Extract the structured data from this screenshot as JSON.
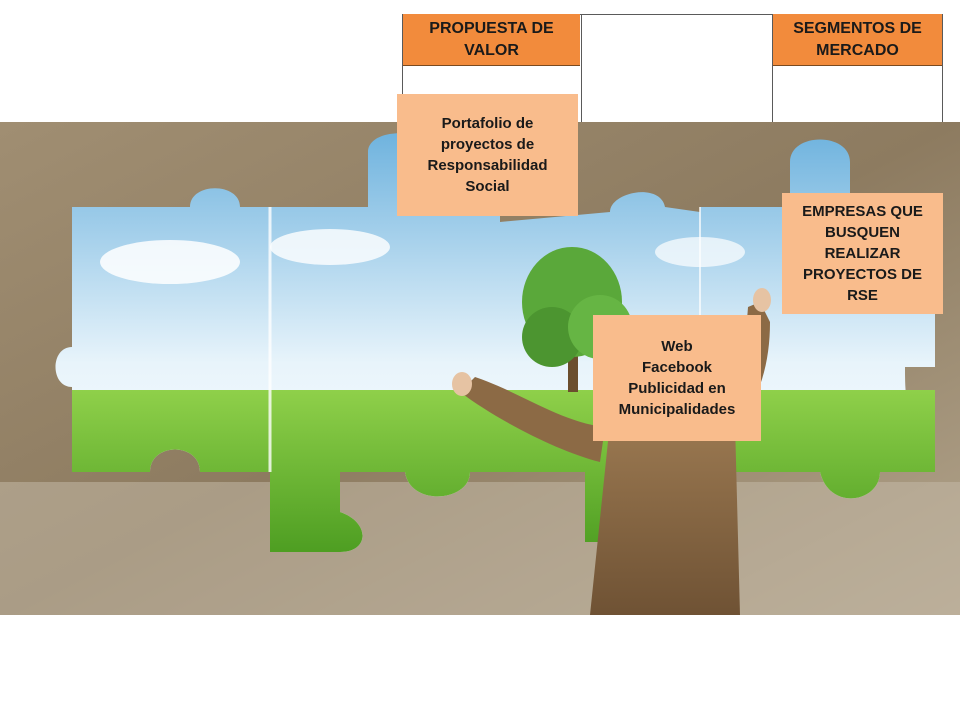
{
  "canvas": {
    "header_color": "#f28b3c",
    "note_color": "#f9bc8c"
  },
  "headers": {
    "propuesta_valor": "PROPUESTA DE\nVALOR",
    "segmentos_mercado": "SEGMENTOS DE\nMERCADO"
  },
  "notes": {
    "propuesta": "Portafolio de\nproyectos de\nResponsabilidad\nSocial",
    "canales": "Web\nFacebook\nPublicidad en\nMunicipalidades",
    "segmentos": "EMPRESAS QUE\nBUSQUEN\nREALIZAR\nPROYECTOS DE\nRSE"
  },
  "background_image": {
    "description": "puzzle-wall-with-sky-and-grass-and-man-placing-piece"
  }
}
